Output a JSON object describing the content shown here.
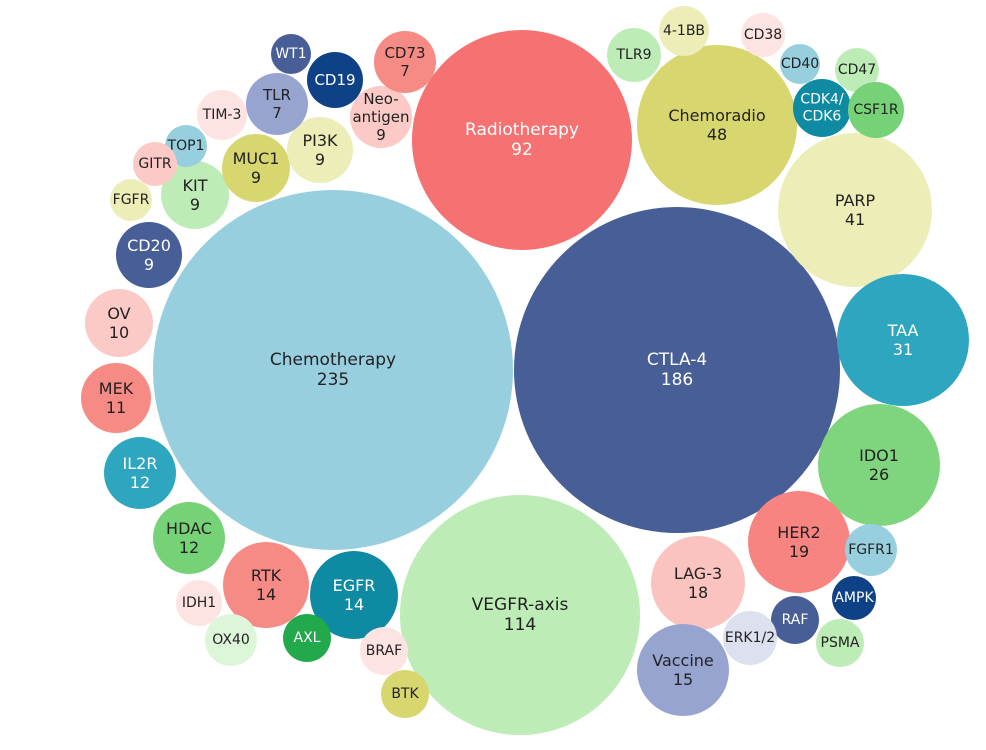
{
  "chart_data": {
    "type": "bubble",
    "title": "",
    "bubbles": [
      {
        "name": "Chemotherapy",
        "value": "235",
        "color": "#98cfdf",
        "text": "#222222"
      },
      {
        "name": "CTLA-4",
        "value": "186",
        "color": "#485e96",
        "text": "#ffffff"
      },
      {
        "name": "VEGFR-axis",
        "value": "114",
        "color": "#bdecb7",
        "text": "#222222"
      },
      {
        "name": "Radiotherapy",
        "value": "92",
        "color": "#f67272",
        "text": "#ffffff"
      },
      {
        "name": "Chemoradio",
        "value": "48",
        "color": "#d8d66e",
        "text": "#222222"
      },
      {
        "name": "PARP",
        "value": "41",
        "color": "#ecedb7",
        "text": "#222222"
      },
      {
        "name": "TAA",
        "value": "31",
        "color": "#2fa6bf",
        "text": "#ffffff"
      },
      {
        "name": "IDO1",
        "value": "26",
        "color": "#7fd57d",
        "text": "#222222"
      },
      {
        "name": "HER2",
        "value": "19",
        "color": "#f78481",
        "text": "#222222"
      },
      {
        "name": "LAG-3",
        "value": "18",
        "color": "#fbc3bf",
        "text": "#222222"
      },
      {
        "name": "Vaccine",
        "value": "15",
        "color": "#97a4cf",
        "text": "#222222"
      },
      {
        "name": "EGFR",
        "value": "14",
        "color": "#0f8aa3",
        "text": "#ffffff"
      },
      {
        "name": "RTK",
        "value": "14",
        "color": "#f68b86",
        "text": "#222222"
      },
      {
        "name": "HDAC",
        "value": "12",
        "color": "#76d276",
        "text": "#222222"
      },
      {
        "name": "IL2R",
        "value": "12",
        "color": "#2fa6bf",
        "text": "#ffffff"
      },
      {
        "name": "MEK",
        "value": "11",
        "color": "#f68b86",
        "text": "#222222"
      },
      {
        "name": "OV",
        "value": "10",
        "color": "#fbc9c6",
        "text": "#222222"
      },
      {
        "name": "CD20",
        "value": "9",
        "color": "#485e96",
        "text": "#ffffff"
      },
      {
        "name": "KIT",
        "value": "9",
        "color": "#bdecb7",
        "text": "#222222"
      },
      {
        "name": "MUC1",
        "value": "9",
        "color": "#d8d66e",
        "text": "#222222"
      },
      {
        "name": "PI3K",
        "value": "9",
        "color": "#ecedb7",
        "text": "#222222"
      },
      {
        "name": "TLR",
        "value": "7",
        "color": "#97a4cf",
        "text": "#222222"
      },
      {
        "name": "Neo-antigen",
        "lines": [
          "Neo-",
          "antigen"
        ],
        "value": "9",
        "color": "#fbc9c6",
        "text": "#222222"
      },
      {
        "name": "CD73",
        "value": "7",
        "color": "#f68b86",
        "text": "#222222"
      },
      {
        "name": "CD19",
        "value": "",
        "color": "#0e4186",
        "text": "#ffffff"
      },
      {
        "name": "WT1",
        "value": "",
        "color": "#485e96",
        "text": "#ffffff"
      },
      {
        "name": "TIM-3",
        "value": "",
        "color": "#fde3e1",
        "text": "#222222"
      },
      {
        "name": "TOP1",
        "value": "",
        "color": "#98cfdf",
        "text": "#222222"
      },
      {
        "name": "GITR",
        "value": "",
        "color": "#fbc9c6",
        "text": "#222222"
      },
      {
        "name": "FGFR",
        "value": "",
        "color": "#ecedb7",
        "text": "#222222"
      },
      {
        "name": "TLR9",
        "value": "",
        "color": "#bdecb7",
        "text": "#222222"
      },
      {
        "name": "4-1BB",
        "value": "",
        "color": "#ecedb7",
        "text": "#222222"
      },
      {
        "name": "CD38",
        "value": "",
        "color": "#fde3e1",
        "text": "#222222"
      },
      {
        "name": "CD40",
        "value": "",
        "color": "#98cfdf",
        "text": "#222222"
      },
      {
        "name": "CD47",
        "value": "",
        "color": "#bdecb7",
        "text": "#222222"
      },
      {
        "name": "CDK4/CDK6",
        "lines": [
          "CDK4/",
          "CDK6"
        ],
        "value": "",
        "color": "#0f8aa3",
        "text": "#ffffff"
      },
      {
        "name": "CSF1R",
        "value": "",
        "color": "#76d276",
        "text": "#222222"
      },
      {
        "name": "FGFR1",
        "value": "",
        "color": "#98cfdf",
        "text": "#222222"
      },
      {
        "name": "AMPK",
        "value": "",
        "color": "#0e4186",
        "text": "#ffffff"
      },
      {
        "name": "RAF",
        "value": "",
        "color": "#485e96",
        "text": "#ffffff"
      },
      {
        "name": "PSMA",
        "value": "",
        "color": "#bdecb7",
        "text": "#222222"
      },
      {
        "name": "ERK1/2",
        "value": "",
        "color": "#dde1ef",
        "text": "#222222"
      },
      {
        "name": "BRAF",
        "value": "",
        "color": "#fde3e1",
        "text": "#222222"
      },
      {
        "name": "BTK",
        "value": "",
        "color": "#d8d66e",
        "text": "#222222"
      },
      {
        "name": "AXL",
        "value": "",
        "color": "#22a94c",
        "text": "#ffffff"
      },
      {
        "name": "OX40",
        "value": "",
        "color": "#ddf5d9",
        "text": "#222222"
      },
      {
        "name": "IDH1",
        "value": "",
        "color": "#fde3e1",
        "text": "#222222"
      }
    ]
  }
}
